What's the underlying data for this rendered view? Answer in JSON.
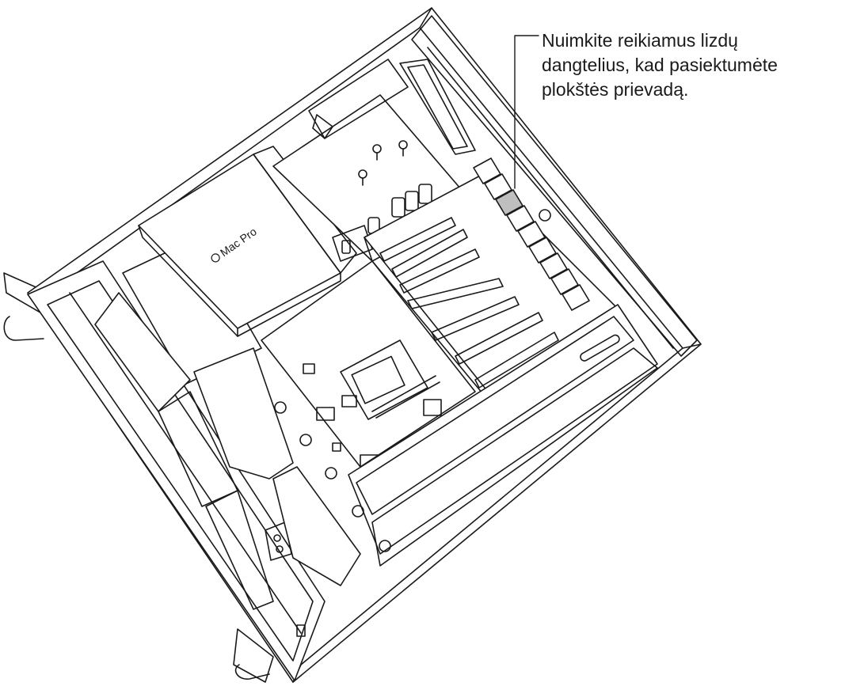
{
  "callout": {
    "lines": [
      "Nuimkite reikiamus lizdų",
      "dangtelius, kad pasiektumėte",
      "plokštės prievadą."
    ]
  },
  "device": {
    "logo_text": "Mac Pro",
    "logo_icon": "apple-logo-icon"
  },
  "colors": {
    "line": "#1a1a1a",
    "highlight_slot": "#bfbfbf",
    "background": "#ffffff"
  }
}
